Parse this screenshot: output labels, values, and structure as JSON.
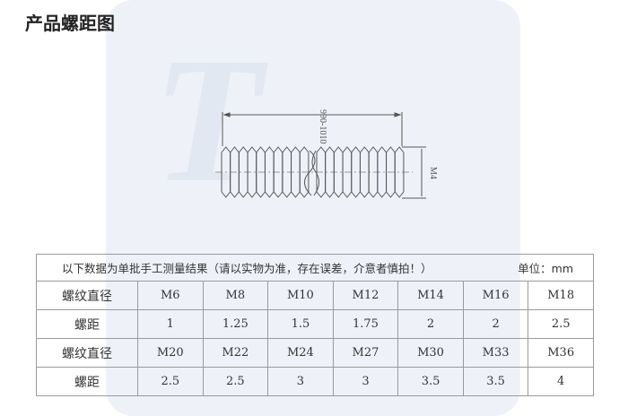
{
  "title": "产品螺距图",
  "drawing": {
    "length_label": "990-1010",
    "diameter_label": "M4"
  },
  "table": {
    "note": "以下数据为单批手工测量结果（请以实物为准，存在误差，介意者慎拍！）",
    "unit": "单位：mm",
    "rows": [
      {
        "label": "螺纹直径",
        "values": [
          "M6",
          "M8",
          "M10",
          "M12",
          "M14",
          "M16",
          "M18"
        ]
      },
      {
        "label": "螺距",
        "values": [
          "1",
          "1.25",
          "1.5",
          "1.75",
          "2",
          "2",
          "2.5"
        ]
      },
      {
        "label": "螺纹直径",
        "values": [
          "M20",
          "M22",
          "M24",
          "M27",
          "M30",
          "M33",
          "M36"
        ]
      },
      {
        "label": "螺距",
        "values": [
          "2.5",
          "2.5",
          "3",
          "3",
          "3.5",
          "3.5",
          "4"
        ]
      }
    ]
  }
}
